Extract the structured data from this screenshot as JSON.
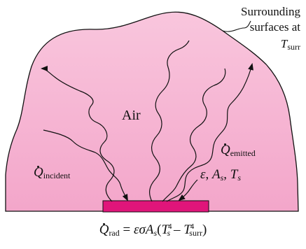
{
  "surroundings": {
    "line1": "Surrounding",
    "line2": "surfaces at",
    "temp_symbol": "T",
    "temp_sub": "surr"
  },
  "air_label": "Air",
  "q_emitted": {
    "symbol": "Q",
    "sub": "emitted"
  },
  "q_incident": {
    "symbol": "Q",
    "sub": "incident"
  },
  "surface_props": {
    "eps": "ε",
    "sep1": ", ",
    "A": "A",
    "A_sub": "s",
    "sep2": ", ",
    "T": "T",
    "T_sub": "s"
  },
  "equation": {
    "lhs": "Q",
    "lhs_sub": "rad",
    "eq": " = ",
    "eps_sigma": "εσ",
    "A": "A",
    "A_sub": "s",
    "open": "(",
    "T1": "T",
    "T1_sub": "s",
    "T1_sup": "4",
    "minus": " – ",
    "T2": "T",
    "T2_sub": "surr",
    "T2_sup": "4",
    "close": ")"
  },
  "colors": {
    "air_fill": "#F7B8D4",
    "surface_fill": "#E0157A",
    "line": "#111111"
  }
}
